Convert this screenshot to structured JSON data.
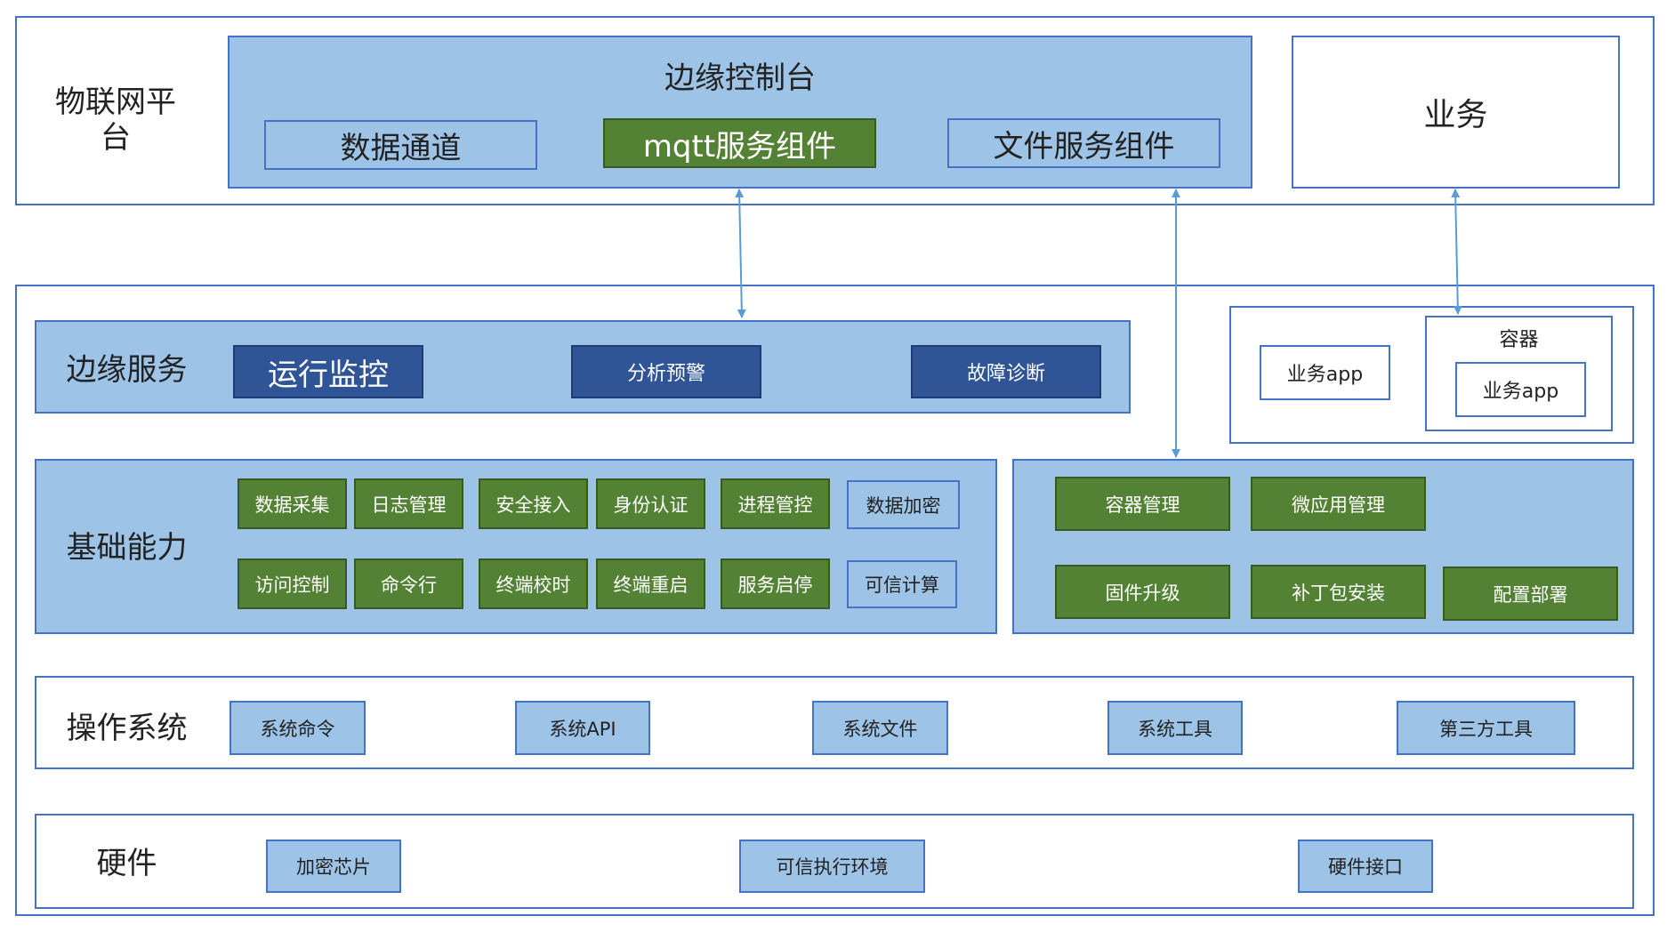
{
  "platform": {
    "label": "物联网平台",
    "console": {
      "title": "边缘控制台",
      "components": [
        "数据通道",
        "mqtt服务组件",
        "文件服务组件"
      ]
    },
    "business": "业务"
  },
  "edge_service": {
    "label": "边缘服务",
    "items": [
      "运行监控",
      "分析预警",
      "故障诊断"
    ]
  },
  "apps": {
    "app1": "业务app",
    "container_title": "容器",
    "app2": "业务app"
  },
  "basic": {
    "label": "基础能力",
    "row1": [
      "数据采集",
      "日志管理",
      "安全接入",
      "身份认证",
      "进程管控",
      "数据加密"
    ],
    "row2": [
      "访问控制",
      "命令行",
      "终端校时",
      "终端重启",
      "服务启停",
      "可信计算"
    ]
  },
  "mgmt": {
    "row1": [
      "容器管理",
      "微应用管理"
    ],
    "row2": [
      "固件升级",
      "补丁包安装",
      "配置部署"
    ]
  },
  "os": {
    "label": "操作系统",
    "items": [
      "系统命令",
      "系统API",
      "系统文件",
      "系统工具",
      "第三方工具"
    ]
  },
  "hardware": {
    "label": "硬件",
    "items": [
      "加密芯片",
      "可信执行环境",
      "硬件接口"
    ]
  },
  "colors": {
    "frame": "#4472c4",
    "light_blue": "#9dc3e6",
    "green": "#548235",
    "navy": "#2f5597",
    "arrow": "#5b9bd5"
  }
}
